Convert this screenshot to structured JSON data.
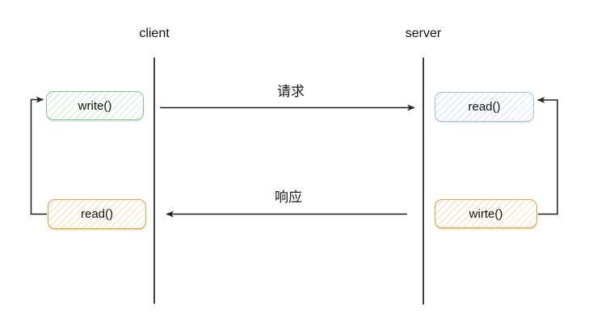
{
  "diagram": {
    "lifelines": [
      {
        "id": "client",
        "label": "client"
      },
      {
        "id": "server",
        "label": "server"
      }
    ],
    "boxes": [
      {
        "id": "client-write",
        "label": "write()",
        "color": "#82c785"
      },
      {
        "id": "client-read",
        "label": "read()",
        "color": "#e5a135"
      },
      {
        "id": "server-read",
        "label": "read()",
        "color": "#9fc0e8"
      },
      {
        "id": "server-write",
        "label": "wirte()",
        "color": "#e5a135"
      }
    ],
    "messages": [
      {
        "id": "request",
        "label": "请求",
        "direction": "client-to-server"
      },
      {
        "id": "response",
        "label": "响应",
        "direction": "server-to-client"
      }
    ],
    "colors": {
      "green_border": "#82c785",
      "blue_border": "#9fc0e8",
      "orange_border": "#e5a135",
      "line": "#1f1f1f",
      "background": "#ffffff"
    }
  }
}
